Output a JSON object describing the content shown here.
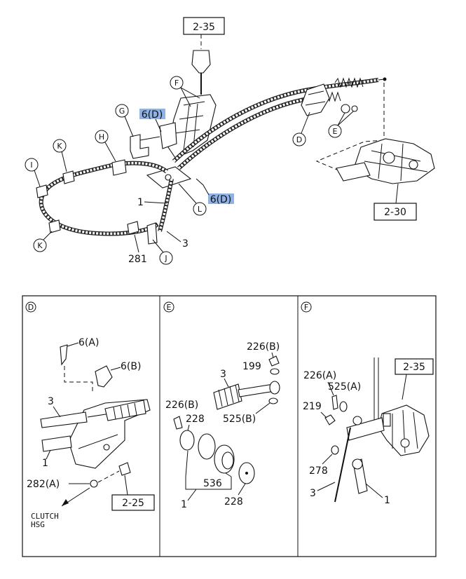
{
  "upper": {
    "ref_top": "2-35",
    "ref_right": "2-30",
    "hl_top": "6(D)",
    "hl_mid": "6(D)",
    "c_F": "F",
    "c_G": "G",
    "c_H": "H",
    "c_I": "I",
    "c_K1": "K",
    "c_K2": "K",
    "c_D": "D",
    "c_E": "E",
    "c_L": "L",
    "c_J": "J",
    "n1": "1",
    "n3": "3",
    "n281": "281"
  },
  "panelD": {
    "circle": "D",
    "t6a": "6(A)",
    "t6b": "6(B)",
    "t3": "3",
    "t1": "1",
    "t282a": "282(A)",
    "ref": "2-25",
    "clutch1": "CLUTCH",
    "clutch2": "HSG"
  },
  "panelE": {
    "circle": "E",
    "t226b_top": "226(B)",
    "t199": "199",
    "t3": "3",
    "t525b": "525(B)",
    "t226b_left": "226(B)",
    "t228a": "228",
    "t536": "536",
    "t228b": "228",
    "t1": "1"
  },
  "panelF": {
    "circle": "F",
    "ref": "2-35",
    "t226a": "226(A)",
    "t525a": "525(A)",
    "t219": "219",
    "t278": "278",
    "t3": "3",
    "t1": "1"
  }
}
